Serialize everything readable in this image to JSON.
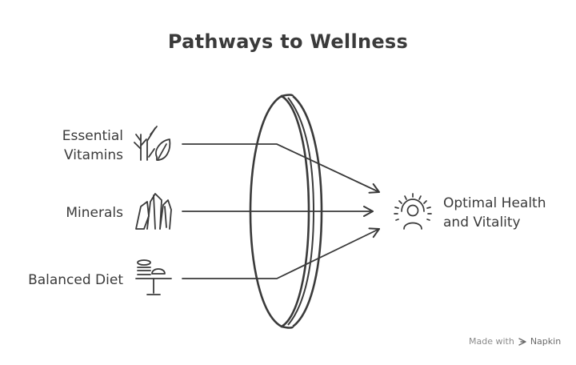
{
  "title": "Pathways to Wellness",
  "inputs": [
    {
      "lines": [
        "Essential",
        "Vitamins"
      ],
      "icon": "plant-leaf-icon"
    },
    {
      "lines": [
        "Minerals"
      ],
      "icon": "crystal-icon"
    },
    {
      "lines": [
        "Balanced Diet"
      ],
      "icon": "food-table-icon"
    }
  ],
  "output": {
    "lines": [
      "Optimal Health",
      "and Vitality"
    ],
    "icon": "radiant-person-icon"
  },
  "footer": {
    "made_with": "Made with",
    "brand": "Napkin"
  },
  "colors": {
    "stroke": "#3a3a3a",
    "text": "#3a3a3a",
    "footer": "#8a8a8a",
    "background": "#ffffff"
  }
}
